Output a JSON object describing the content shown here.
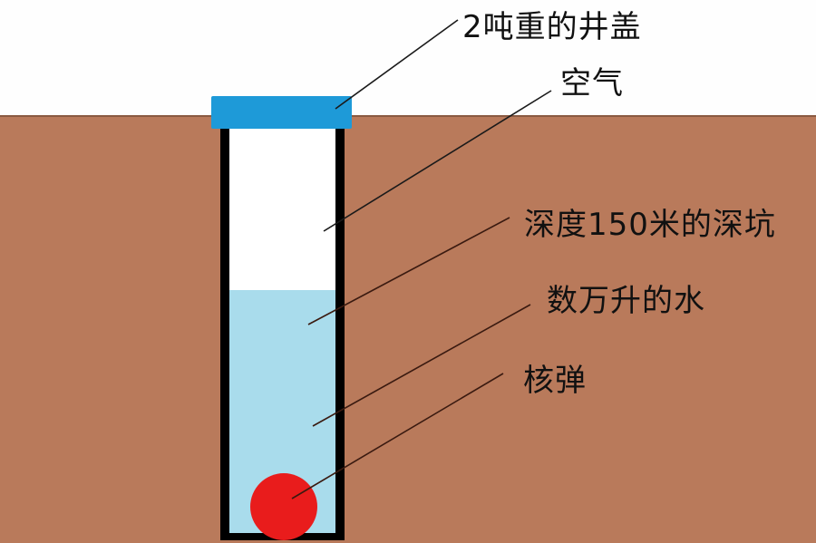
{
  "diagram": {
    "labels": {
      "lid": "2吨重的井盖",
      "air": "空气",
      "pit": "深度150米的深坑",
      "water": "数万升的水",
      "warhead": "核弹"
    },
    "colors": {
      "sky": "#fefefe",
      "ground": "#b97a5b",
      "lid": "#1e9ad8",
      "water": "#a9dcec",
      "air": "#ffffff",
      "shaft_wall": "#000000",
      "warhead": "#e91c1c"
    }
  }
}
